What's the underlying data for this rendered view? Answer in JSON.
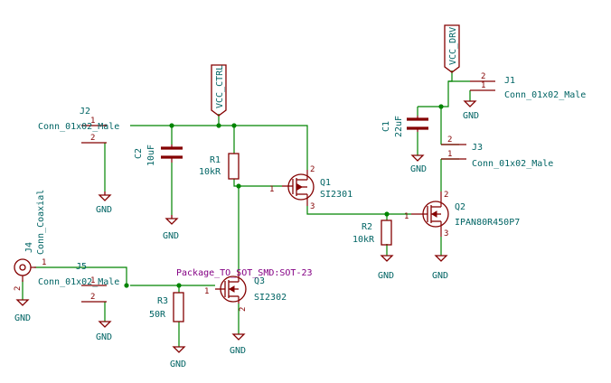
{
  "nets": {
    "vcc_ctrl": "VCC_CTRL",
    "vcc_drv": "VCC_DRV",
    "gnd": "GND"
  },
  "pins": {
    "p1": "1",
    "p2": "2",
    "p3": "3"
  },
  "components": {
    "j1": {
      "ref": "J1",
      "value": "Conn_01x02_Male"
    },
    "j2": {
      "ref": "J2",
      "value": "Conn_01x02_Male"
    },
    "j3": {
      "ref": "J3",
      "value": "Conn_01x02_Male"
    },
    "j4": {
      "ref": "J4",
      "value": "Conn_Coaxial"
    },
    "j5": {
      "ref": "J5",
      "value": "Conn_01x02_Male"
    },
    "c1": {
      "ref": "C1",
      "value": "22uF"
    },
    "c2": {
      "ref": "C2",
      "value": "10uF"
    },
    "r1": {
      "ref": "R1",
      "value": "10kR"
    },
    "r2": {
      "ref": "R2",
      "value": "10kR"
    },
    "r3": {
      "ref": "R3",
      "value": "50R"
    },
    "q1": {
      "ref": "Q1",
      "value": "SI2301"
    },
    "q2": {
      "ref": "Q2",
      "value": "IPAN80R450P7"
    },
    "q3": {
      "ref": "Q3",
      "value": "SI2302",
      "package": "Package_TO_SOT_SMD:SOT-23"
    }
  },
  "colors": {
    "wire": "#008400",
    "symbol": "#840000",
    "text": "#006464",
    "package_text": "#840084",
    "background": "#ffffff"
  }
}
